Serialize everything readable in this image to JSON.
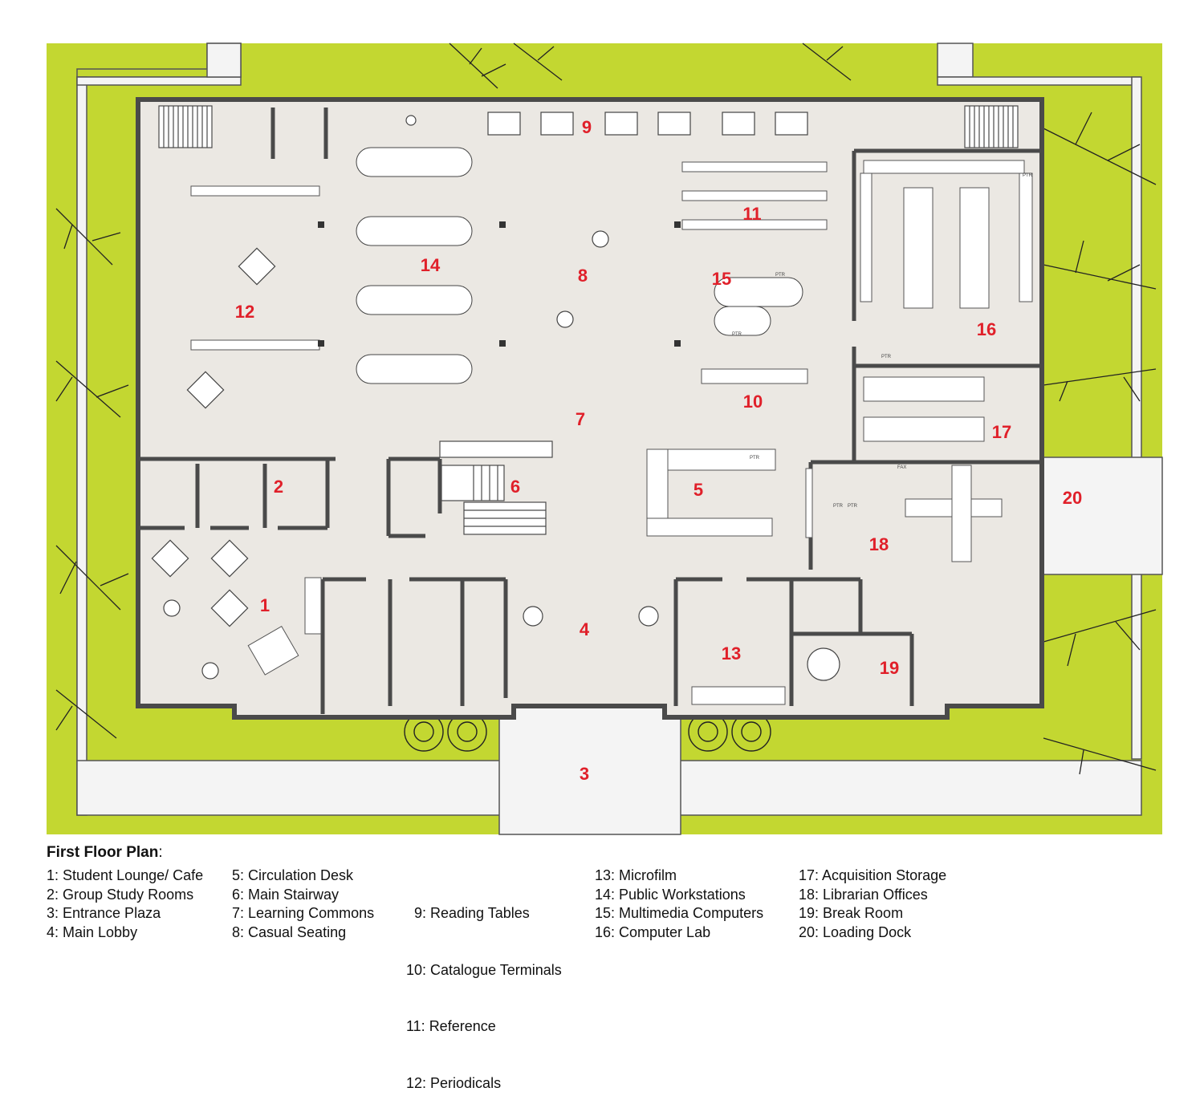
{
  "plan": {
    "title": "First Floor Plan",
    "title_suffix": ":",
    "colors": {
      "grass": "#c3d731",
      "floor": "#ebe8e3",
      "wall": "#4a4a4a",
      "wall_fill": "#8f8f8f",
      "number_red": "#e0202a",
      "path": "#f4f4f4"
    },
    "rooms": [
      {
        "num": "1",
        "name": "Student Lounge/ Cafe"
      },
      {
        "num": "2",
        "name": "Group Study Rooms"
      },
      {
        "num": "3",
        "name": "Entrance Plaza"
      },
      {
        "num": "4",
        "name": "Main Lobby"
      },
      {
        "num": "5",
        "name": "Circulation Desk"
      },
      {
        "num": "6",
        "name": "Main Stairway"
      },
      {
        "num": "7",
        "name": "Learning Commons"
      },
      {
        "num": "8",
        "name": "Casual Seating"
      },
      {
        "num": "9",
        "name": "Reading Tables"
      },
      {
        "num": "10",
        "name": "Catalogue Terminals"
      },
      {
        "num": "11",
        "name": "Reference"
      },
      {
        "num": "12",
        "name": "Periodicals"
      },
      {
        "num": "13",
        "name": "Microfilm"
      },
      {
        "num": "14",
        "name": "Public Workstations"
      },
      {
        "num": "15",
        "name": "Multimedia Computers"
      },
      {
        "num": "16",
        "name": "Computer Lab"
      },
      {
        "num": "17",
        "name": "Acquisition Storage"
      },
      {
        "num": "18",
        "name": "Librarian Offices"
      },
      {
        "num": "19",
        "name": "Break Room"
      },
      {
        "num": "20",
        "name": "Loading Dock"
      }
    ],
    "legend": [
      [
        "1: Student Lounge/ Cafe",
        "2: Group Study Rooms",
        "3: Entrance Plaza",
        "4: Main Lobby"
      ],
      [
        "5: Circulation Desk",
        "6: Main Stairway",
        "7: Learning Commons",
        "8: Casual Seating"
      ],
      [
        "  9: Reading Tables",
        "10: Catalogue Terminals",
        "11: Reference",
        "12: Periodicals"
      ],
      [
        "13: Microfilm",
        "14: Public Workstations",
        "15: Multimedia Computers",
        "16: Computer Lab"
      ],
      [
        "17: Acquisition Storage",
        "18: Librarian Offices",
        "19: Break Room",
        "20: Loading Dock"
      ]
    ],
    "equipment_labels": {
      "printer": "PTR",
      "fax": "FAX"
    }
  }
}
